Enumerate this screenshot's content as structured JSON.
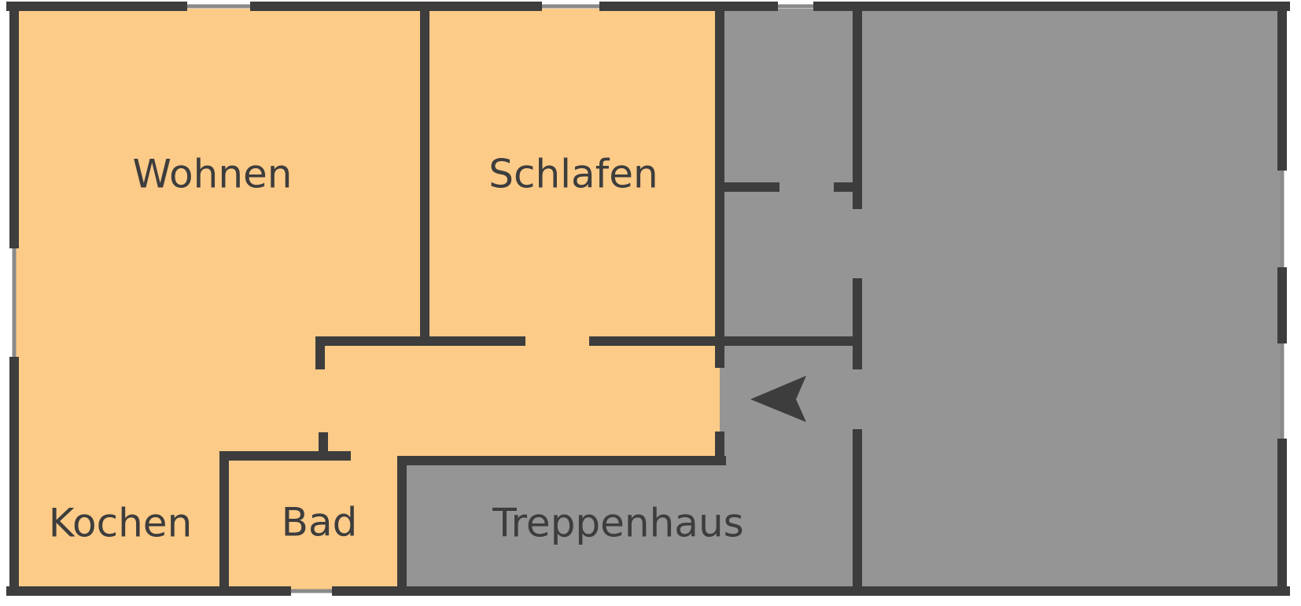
{
  "colors": {
    "apartment": "#fdcb88",
    "common": "#959595",
    "wall": "#3d3d3d",
    "window": "#8a8a8a",
    "background": "#ffffff"
  },
  "rooms": {
    "wohnen": "Wohnen",
    "schlafen": "Schlafen",
    "kochen": "Kochen",
    "bad": "Bad",
    "treppenhaus": "Treppenhaus"
  },
  "icons": {
    "entrance": "arrow-left-icon"
  }
}
